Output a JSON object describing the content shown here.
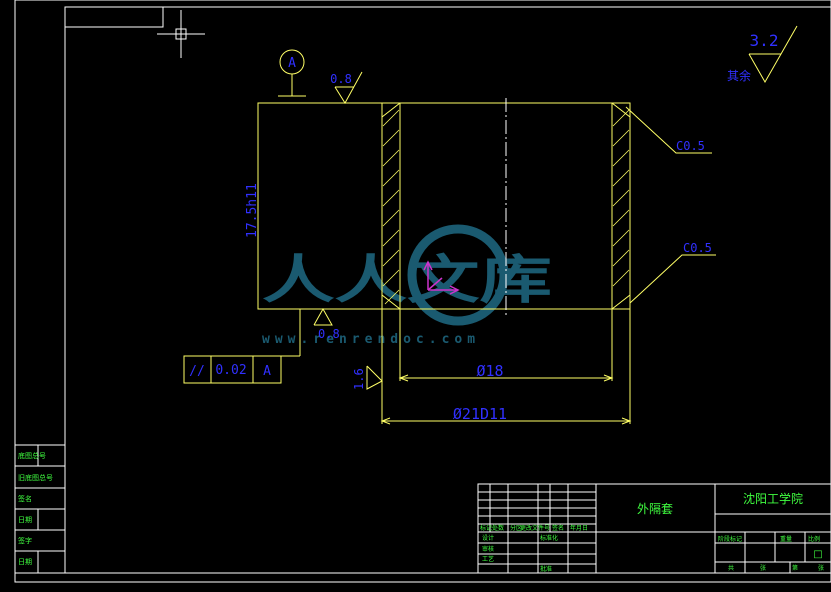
{
  "drawing": {
    "datum_letter": "A",
    "roughness_general": "3.2",
    "roughness_general_note": "其余",
    "roughness_top": "0.8",
    "roughness_bottom": "0.8",
    "roughness_side": "1.6",
    "chamfer_upper": "C0.5",
    "chamfer_lower": "C0.5",
    "height_dim": "17.5h11",
    "inner_dia_dim": "Ø18",
    "outer_dia_dim": "Ø21D11",
    "tolerance_symbol": "//",
    "tolerance_value": "0.02",
    "tolerance_datum": "A"
  },
  "watermark": {
    "text": "人人文库",
    "url": "www.renrendoc.com"
  },
  "title_block": {
    "part_name": "外隔套",
    "school": "沈阳工学院",
    "left_labels": [
      "标记",
      "处数",
      "分区",
      "更改文件号",
      "签名",
      "年月日",
      "设计",
      "标准化"
    ],
    "bottom_labels": [
      "审核",
      "工艺",
      "批准"
    ],
    "right_labels": [
      "阶段标记",
      "重量",
      "比例",
      "共",
      "张",
      "第",
      "张"
    ],
    "symbol": "□"
  },
  "side_table": {
    "rows": [
      "底图总号",
      "旧底图总号",
      "签名",
      "日期",
      "签字",
      "日期"
    ]
  },
  "colors": {
    "background": "#000000",
    "frame": "#ffffff",
    "geometry": "#ffff66",
    "dimension_text": "#3030ff",
    "title_text": "#40ff40",
    "watermark": "#1a5a70"
  }
}
